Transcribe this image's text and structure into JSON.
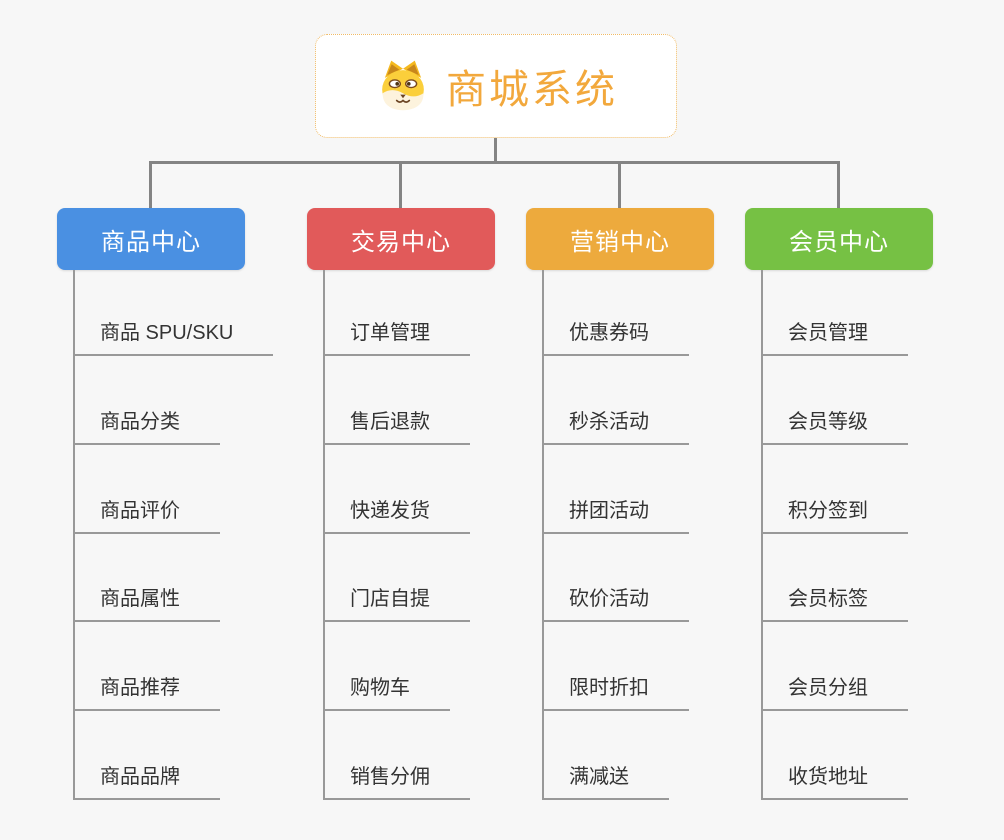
{
  "ui": {
    "background": "#f7f7f7",
    "connector_color": "#848484",
    "branch_line_color": "#999999",
    "item_text_color": "#333333"
  },
  "root": {
    "title": "商城系统",
    "icon": "shiba-dog-icon",
    "title_color": "#f2a83c",
    "border_color": "#f0bb66"
  },
  "branches": [
    {
      "id": "goods",
      "label": "商品中心",
      "color": "#4a90e2",
      "items": [
        "商品 SPU/SKU",
        "商品分类",
        "商品评价",
        "商品属性",
        "商品推荐",
        "商品品牌"
      ]
    },
    {
      "id": "trade",
      "label": "交易中心",
      "color": "#e15a5a",
      "items": [
        "订单管理",
        "售后退款",
        "快递发货",
        "门店自提",
        "购物车",
        "销售分佣"
      ]
    },
    {
      "id": "marketing",
      "label": "营销中心",
      "color": "#edaa3d",
      "items": [
        "优惠券码",
        "秒杀活动",
        "拼团活动",
        "砍价活动",
        "限时折扣",
        "满减送"
      ]
    },
    {
      "id": "member",
      "label": "会员中心",
      "color": "#76c144",
      "items": [
        "会员管理",
        "会员等级",
        "积分签到",
        "会员标签",
        "会员分组",
        "收货地址"
      ]
    }
  ]
}
